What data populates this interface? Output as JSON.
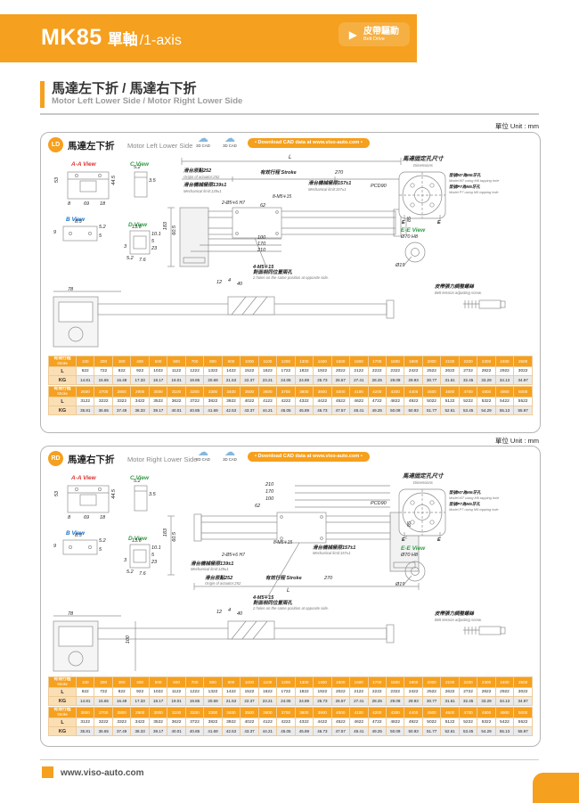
{
  "page": {
    "header": {
      "model": "MK85",
      "title_zh": "單軸",
      "title_axis": "/1-axis",
      "drive_zh": "皮帶驅動",
      "drive_en": "Belt Drive"
    },
    "section": {
      "title_zh": "馬達左下折 / 馬達右下折",
      "title_en": "Motor Left  Lower Side / Motor  Right Lower Side"
    },
    "unit_label": "單位 Unit : mm",
    "footer_url": "www.viso-auto.com",
    "accent_color": "#F5A01E"
  },
  "row_labels": [
    "L",
    "KG"
  ],
  "panels": [
    {
      "badge": "LD",
      "title_zh": "馬達左下折",
      "title_en": "Motor Left Lower Side",
      "cad_2d": "2D CAD",
      "cad_3d": "3D CAD",
      "download": "• Download CAD data at www.viso-auto.com •",
      "views": {
        "aa": "A-A View",
        "c": "C View",
        "b": "B View",
        "d": "D View",
        "ee": "E-E View"
      },
      "dims": {
        "aa53": "53",
        "aa8": "8",
        "aa69": "69",
        "aa18": "18",
        "aa445": "44.5",
        "c52": "5.2",
        "c35": "3.5",
        "b85": "8.5",
        "b52": "5.2",
        "b5": "5",
        "b9": "9",
        "d136": "13.6",
        "d101": "10.1",
        "d5": "5",
        "d3": "3",
        "d23": "23",
        "d52": "5.2",
        "d76": "7.6",
        "L": "L",
        "origin_zh": "滑台原點252",
        "origin_en": "Origin of actuator:252",
        "stroke": "有效行程 Stroke",
        "d270": "270",
        "mech139_zh": "滑台機械極限139±1",
        "mech139_en": "Mechanical limit:139±1",
        "mech157_zh": "滑台機械極限157±1",
        "mech157_en": "Mechanical limit:157±1",
        "holes2": "2-Ø5∓6 H7",
        "holes8": "8-M5∓15",
        "d62": "62",
        "d183": "183",
        "d605": "60.5",
        "d85": "85",
        "d100": "100",
        "d170": "170",
        "d210": "210",
        "note4_1": "4-M5∓15",
        "note4_2": "對面相同位置兩孔",
        "note4_3": "2 holes on the same position at opposite side.",
        "d12": "12",
        "d4": "4",
        "d40": "40",
        "d78": "78",
        "mount_zh": "馬達固定孔尺寸",
        "mount_en": "Dimensions",
        "m7_zh": "型號M7為M6牙孔",
        "m7_en": "Model M7 using M6 tapping hole",
        "p7_zh": "型號P7為M5牙孔",
        "p7_en": "Model P7 using M5 tapping hole",
        "pcd": "PCD90",
        "e": "E",
        "d70": "Ø70 H8",
        "d19": "Ø19",
        "belt_zh": "皮帶張力調整螺絲",
        "belt_en": "Belt tension adjusting screw."
      }
    },
    {
      "badge": "RD",
      "title_zh": "馬達右下折",
      "title_en": "Motor Right Lower Side",
      "cad_2d": "2D CAD",
      "cad_3d": "3D CAD",
      "download": "• Download CAD data at www.viso-auto.com •",
      "views": {
        "aa": "A-A View",
        "c": "C View",
        "b": "B View",
        "d": "D View",
        "ee": "E-E View"
      },
      "dims": {
        "aa53": "53",
        "aa8": "8",
        "aa69": "69",
        "aa18": "18",
        "aa445": "44.5",
        "c52": "5.2",
        "c35": "3.5",
        "b85": "8.5",
        "b52": "5.2",
        "b5": "5",
        "b9": "9",
        "d136": "13.6",
        "d101": "10.1",
        "d5": "5",
        "d3": "3",
        "d23": "23",
        "d52": "5.2",
        "d76": "7.6",
        "L": "L",
        "origin_zh": "滑台原點252",
        "origin_en": "Origin of actuator:252",
        "stroke": "有效行程 Stroke",
        "d270": "270",
        "mech139_zh": "滑台機械極限139±1",
        "mech139_en": "Mechanical limit:139±1",
        "mech157_zh": "滑台機械極限157±1",
        "mech157_en": "Mechanical limit:157±1",
        "holes2": "2-Ø5∓6 H7",
        "holes8": "8-M5∓15",
        "d62": "62",
        "d183": "183",
        "d605": "60.5",
        "d85": "85",
        "d100": "100",
        "d170": "170",
        "d210": "210",
        "note4_1": "4-M5∓15",
        "note4_2": "對面相同位置兩孔",
        "note4_3": "2 holes on the same position at opposite side.",
        "d12": "12",
        "d4": "4",
        "d40": "40",
        "d78": "78",
        "d100b": "100",
        "mount_zh": "馬達固定孔尺寸",
        "mount_en": "Dimensions",
        "m7_zh": "型號M7為M6牙孔",
        "m7_en": "Model M7 using M6 tapping hole",
        "p7_zh": "型號P7為M5牙孔",
        "p7_en": "Model P7 using M5 tapping hole",
        "pcd": "PCD90",
        "e": "E",
        "d70": "Ø70 H8",
        "d19": "Ø19",
        "belt_zh": "皮帶張力調整螺絲",
        "belt_en": "Belt tension adjusting screw."
      }
    }
  ],
  "stroke_tables": [
    {
      "header_zh": "有效行程",
      "header_en": "Stroke",
      "strokes": [
        "100",
        "200",
        "300",
        "400",
        "500",
        "600",
        "700",
        "800",
        "900",
        "1000",
        "1100",
        "1200",
        "1300",
        "1400",
        "1500",
        "1600",
        "1700",
        "1800",
        "1900",
        "2000",
        "2100",
        "2200",
        "2300",
        "2400",
        "2500"
      ],
      "L": [
        "622",
        "722",
        "822",
        "922",
        "1022",
        "1122",
        "1222",
        "1322",
        "1422",
        "1522",
        "1622",
        "1722",
        "1822",
        "1922",
        "2022",
        "2122",
        "2222",
        "2322",
        "2422",
        "2522",
        "2622",
        "2722",
        "2822",
        "2922",
        "3022"
      ],
      "KG": [
        "14.81",
        "15.65",
        "16.49",
        "17.33",
        "18.17",
        "19.01",
        "19.85",
        "20.69",
        "21.53",
        "22.37",
        "23.21",
        "24.05",
        "24.89",
        "25.73",
        "26.57",
        "27.41",
        "28.25",
        "29.09",
        "29.93",
        "30.77",
        "31.61",
        "32.45",
        "33.29",
        "34.13",
        "34.97"
      ]
    },
    {
      "header_zh": "有效行程",
      "header_en": "Stroke",
      "strokes": [
        "2600",
        "2700",
        "2800",
        "2900",
        "3000",
        "3100",
        "3200",
        "3300",
        "3400",
        "3500",
        "3600",
        "3700",
        "3800",
        "3900",
        "4000",
        "4100",
        "4200",
        "4300",
        "4400",
        "4500",
        "4600",
        "4700",
        "4800",
        "4900",
        "5000"
      ],
      "L": [
        "3122",
        "3222",
        "3322",
        "3422",
        "3522",
        "3622",
        "3722",
        "3822",
        "3922",
        "4022",
        "4122",
        "4222",
        "4322",
        "4422",
        "4522",
        "4622",
        "4722",
        "4822",
        "4922",
        "5022",
        "5122",
        "5222",
        "5322",
        "5422",
        "5522"
      ],
      "KG": [
        "35.81",
        "36.65",
        "37.49",
        "38.33",
        "39.17",
        "40.01",
        "40.85",
        "41.69",
        "42.53",
        "43.37",
        "44.21",
        "45.05",
        "45.89",
        "46.73",
        "47.57",
        "48.41",
        "49.25",
        "50.09",
        "50.93",
        "51.77",
        "52.61",
        "53.45",
        "54.29",
        "55.13",
        "55.97"
      ]
    }
  ]
}
